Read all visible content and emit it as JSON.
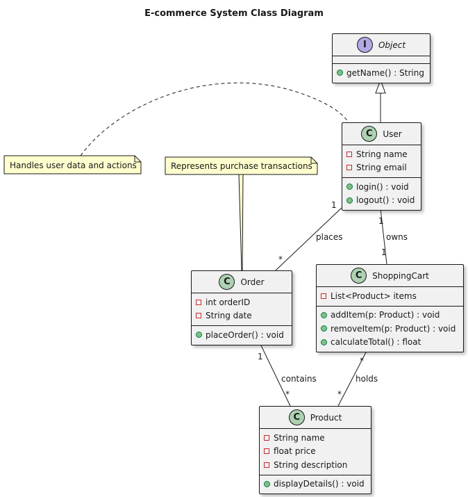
{
  "title": "E-commerce System Class Diagram",
  "classes": {
    "object": {
      "stereotype": "I",
      "name": "Object",
      "methods": [
        "getName() : String"
      ]
    },
    "user": {
      "stereotype": "C",
      "name": "User",
      "fields": [
        "String name",
        "String email"
      ],
      "methods": [
        "login() : void",
        "logout() : void"
      ]
    },
    "order": {
      "stereotype": "C",
      "name": "Order",
      "fields": [
        "int orderID",
        "String date"
      ],
      "methods": [
        "placeOrder() : void"
      ]
    },
    "cart": {
      "stereotype": "C",
      "name": "ShoppingCart",
      "fields": [
        "List<Product> items"
      ],
      "methods": [
        "addItem(p: Product) : void",
        "removeItem(p: Product) : void",
        "calculateTotal() : float"
      ]
    },
    "product": {
      "stereotype": "C",
      "name": "Product",
      "fields": [
        "String name",
        "float price",
        "String description"
      ],
      "methods": [
        "displayDetails() : void"
      ]
    }
  },
  "notes": {
    "user_note": "Handles user data and actions",
    "order_note": "Represents purchase transactions"
  },
  "relations": {
    "places": {
      "label": "places",
      "from_mult": "1",
      "to_mult": "*"
    },
    "owns": {
      "label": "owns",
      "from_mult": "1",
      "to_mult": "1"
    },
    "contains": {
      "label": "contains",
      "from_mult": "1",
      "to_mult": "*"
    },
    "holds": {
      "label": "holds",
      "from_mult": "*",
      "to_mult": "*"
    }
  },
  "colors": {
    "class_fill": "#f1f1f1",
    "class_badge": "#add1b2",
    "interface_badge": "#b4a7e5",
    "note_fill": "#fefece",
    "private_marker": "#c82930",
    "public_marker": "#84be84"
  }
}
